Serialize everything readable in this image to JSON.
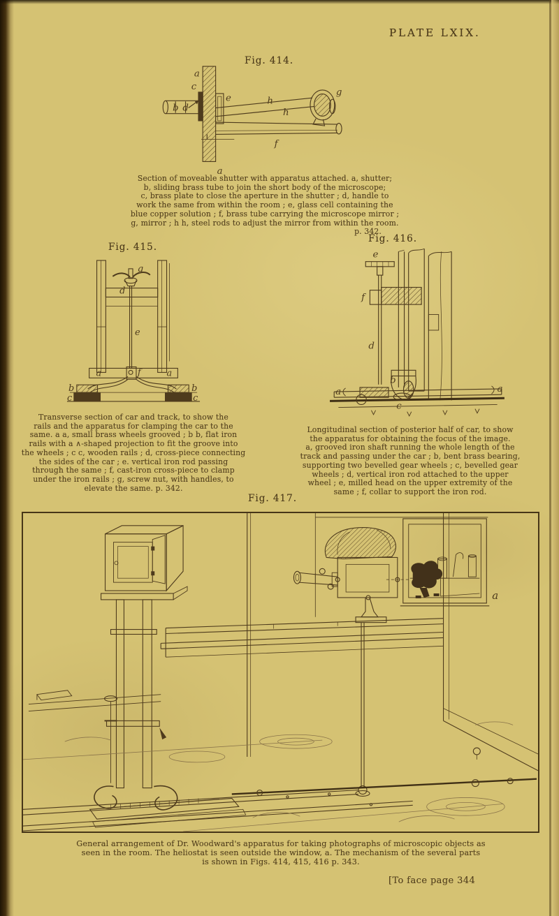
{
  "page": {
    "plate_title": "PLATE LXIX.",
    "to_face_note": "[To face page 344",
    "paper_color": "#d5c273",
    "ink_color": "#55421f"
  },
  "fig414": {
    "label": "Fig. 414.",
    "caption_lines": [
      "Section of moveable shutter with apparatus attached.  a, shutter;",
      "b, sliding brass tube to join the short body of the microscope;",
      "c, brass plate to close the aperture in the shutter ;  d, handle to",
      "work the same from within the room ;  e, glass cell containing the",
      "blue copper solution ;  f, brass tube carrying the microscope mirror ;",
      "g, mirror ;  h h, steel rods to adjust the mirror from within the room.",
      "p. 342."
    ],
    "marks": {
      "a_top": "a",
      "b": "b",
      "d": "d",
      "c": "c",
      "e": "e",
      "h1": "h",
      "h2": "h",
      "f": "f",
      "g": "g",
      "a_bottom": "a"
    }
  },
  "fig415": {
    "label": "Fig. 415.",
    "caption_lines": [
      "Transverse section of car and track, to show the",
      "rails and the apparatus for clamping the car to the",
      "same.  a a, small brass wheels grooved ;  b b, flat iron",
      "rails with a ∧-shaped projection to fit the groove into",
      "the wheels ;  c c, wooden rails ;  d, cross-piece connecting",
      "the sides of the car ;  e. vertical iron rod passing",
      "through the same ;  f, cast-iron cross-piece to clamp",
      "under the iron rails ;  g, screw nut, with handles, to",
      "elevate the same.   p. 342."
    ],
    "marks": {
      "g": "g",
      "d": "d",
      "e": "e",
      "a_left": "a",
      "a_right": "a",
      "f": "f",
      "b_left": "b",
      "c_left": "c",
      "b_right": "b",
      "c_right": "c"
    }
  },
  "fig416": {
    "label": "Fig. 416.",
    "caption_lines": [
      "Longitudinal section of posterior half of car, to show",
      "the apparatus for obtaining the focus of the image.",
      "a, grooved iron shaft running the whole length of the",
      "track and passing under the car ;  b, bent brass bearing,",
      "supporting two bevelled gear wheels ;  c, bevelled gear",
      "wheels ;  d, vertical iron rod attached to the upper",
      "wheel ;  e, milled head on the upper extremity of the",
      "same ;  f, collar to support the iron rod."
    ],
    "marks": {
      "e": "e",
      "f": "f",
      "d": "d",
      "b": "b",
      "c": "c",
      "a_left": "a",
      "a_right": "a"
    }
  },
  "fig417": {
    "label": "Fig. 417.",
    "caption_lines": [
      "General arrangement of Dr. Woodward's apparatus for taking photographs of microscopic objects as",
      "seen in the room.  The heliostat is seen outside the window, a.  The mechanism of the several parts",
      "is shown in Figs. 414, 415, 416    p. 343."
    ],
    "marks": {
      "a": "a"
    }
  }
}
